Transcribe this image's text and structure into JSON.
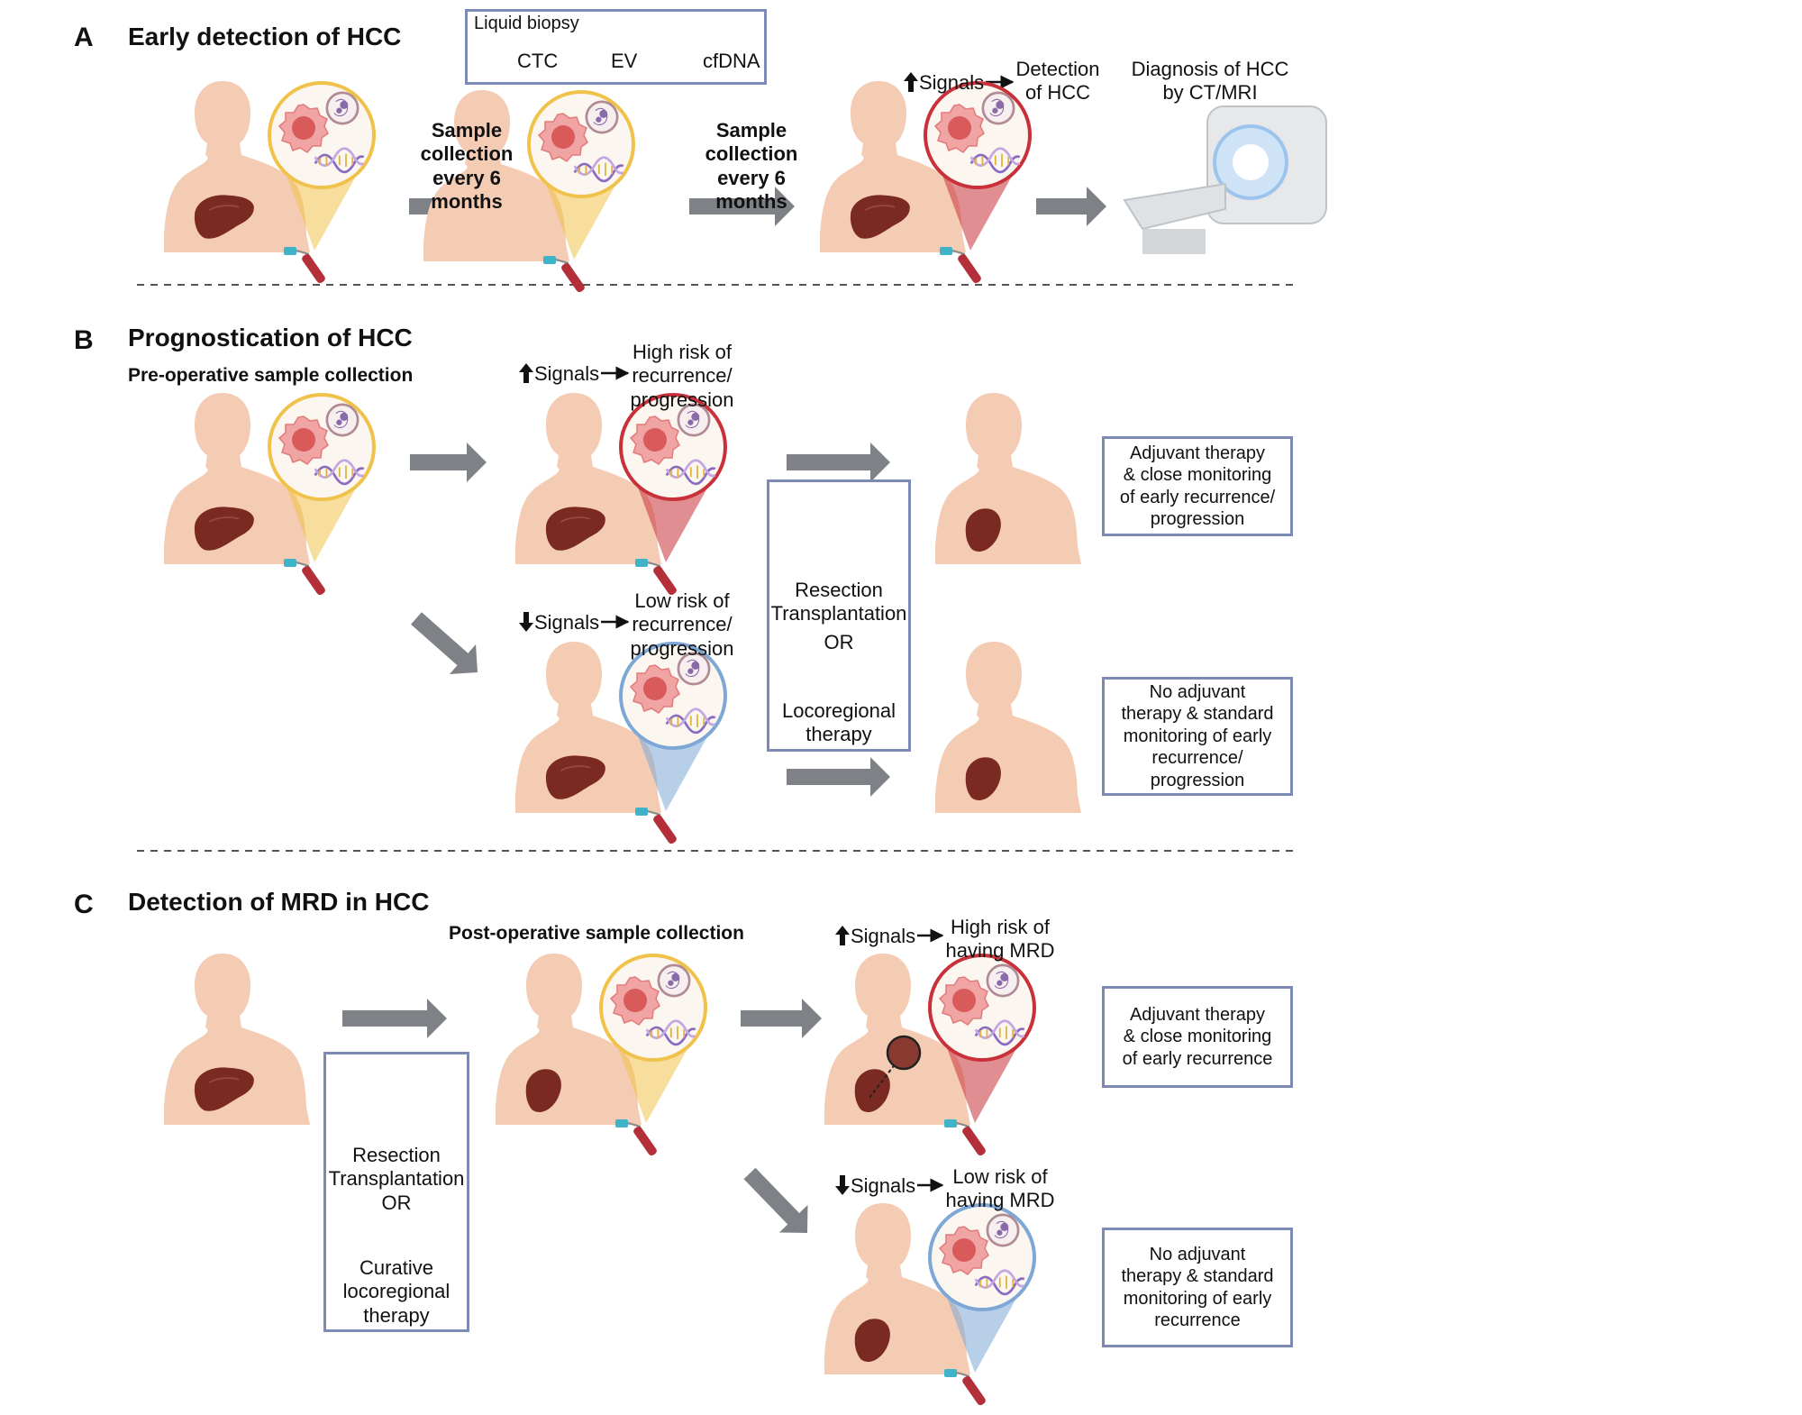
{
  "colors": {
    "skin": "#f4ccb3",
    "liver": "#7a2a22",
    "arrow": "#7e8286",
    "box_border": "#7d8ab5",
    "bubble_neutral": "#f0c24b",
    "bubble_high": "#c9313a",
    "bubble_low": "#7ea7d6",
    "surgeon": "#2b5573",
    "cap": "#2f8fc9"
  },
  "legend": {
    "title": "Liquid biopsy",
    "ctc": "CTC",
    "ev": "EV",
    "cfdna": "cfDNA"
  },
  "panel_a": {
    "letter": "A",
    "title": "Early detection of HCC",
    "sample1": "Sample\ncollection\nevery 6 months",
    "sample2": "Sample\ncollection\nevery 6 months",
    "signals_up": "Signals",
    "detection": "Detection\nof HCC",
    "diagnosis": "Diagnosis of HCC\nby CT/MRI"
  },
  "panel_b": {
    "letter": "B",
    "title": "Prognostication of HCC",
    "subtitle": "Pre-operative sample collection",
    "signals_up": "Signals",
    "high_risk": "High risk of\nrecurrence/\nprogression",
    "signals_down": "Signals",
    "low_risk": "Low risk of\nrecurrence/\nprogression",
    "treatment_1": "Resection\nTransplantation",
    "treatment_or": "OR",
    "treatment_2": "Locoregional\ntherapy",
    "outcome_high": "Adjuvant therapy\n& close monitoring\nof early recurrence/\nprogression",
    "outcome_low": "No adjuvant\ntherapy & standard\nmonitoring of early\nrecurrence/\nprogression"
  },
  "panel_c": {
    "letter": "C",
    "title": "Detection of MRD in HCC",
    "subtitle": "Post-operative sample collection",
    "signals_up": "Signals",
    "high_risk": "High risk of\nhaving MRD",
    "signals_down": "Signals",
    "low_risk": "Low risk of\nhaving MRD",
    "treatment_1": "Resection\nTransplantation",
    "treatment_or": "OR",
    "treatment_2": "Curative\nlocoregional\ntherapy",
    "outcome_high": "Adjuvant therapy\n& close monitoring\nof early recurrence",
    "outcome_low": "No adjuvant\ntherapy & standard\nmonitoring of early\nrecurrence"
  }
}
